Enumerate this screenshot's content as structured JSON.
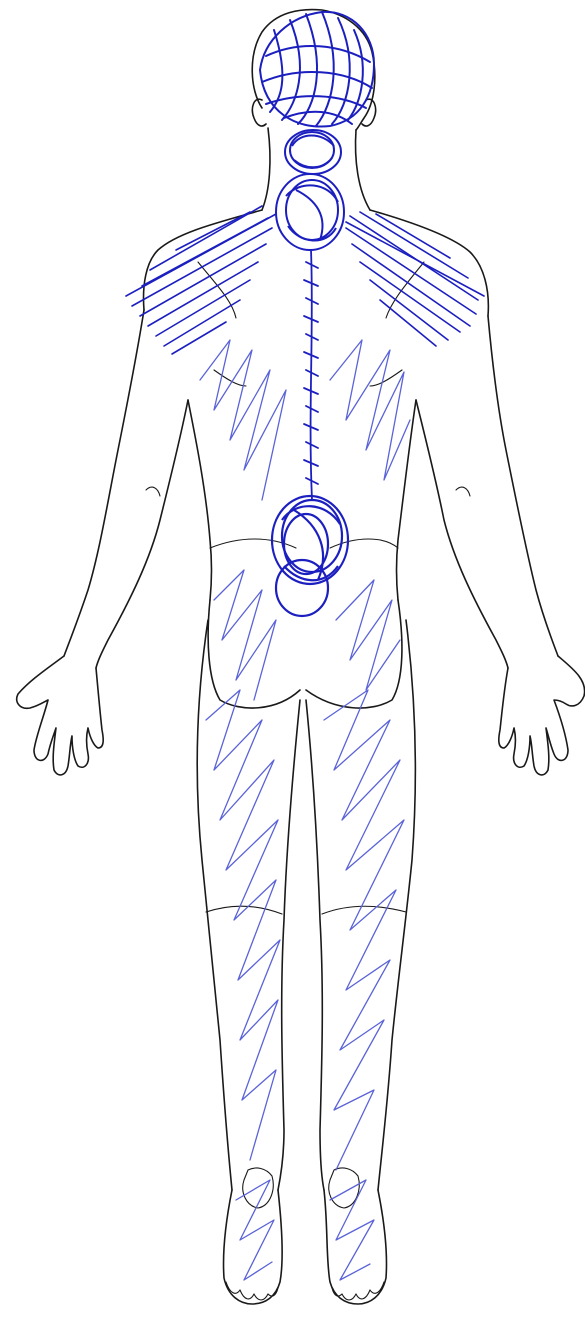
{
  "figure": {
    "subject": "back-view-body-outline",
    "view": "posterior"
  },
  "colors": {
    "paper": "#ffffff",
    "outline": "#1a1a1a",
    "ink_dense": "#1c1fbf",
    "ink_light": "#5a63d8"
  },
  "markings": [
    {
      "region": "head",
      "style": "dense-scribble",
      "intensity": "high"
    },
    {
      "region": "neck-upper",
      "style": "circled",
      "intensity": "high"
    },
    {
      "region": "neck-lower",
      "style": "circled",
      "intensity": "high"
    },
    {
      "region": "shoulders",
      "style": "hatching",
      "intensity": "high"
    },
    {
      "region": "spine",
      "style": "tick-marks",
      "intensity": "medium"
    },
    {
      "region": "upper-back",
      "style": "zigzag",
      "intensity": "low"
    },
    {
      "region": "lower-back",
      "style": "circled",
      "intensity": "high"
    },
    {
      "region": "buttocks",
      "style": "zigzag",
      "intensity": "low"
    },
    {
      "region": "left-leg",
      "style": "zigzag",
      "intensity": "low"
    },
    {
      "region": "right-leg",
      "style": "zigzag",
      "intensity": "low"
    },
    {
      "region": "feet",
      "style": "zigzag",
      "intensity": "low"
    }
  ]
}
